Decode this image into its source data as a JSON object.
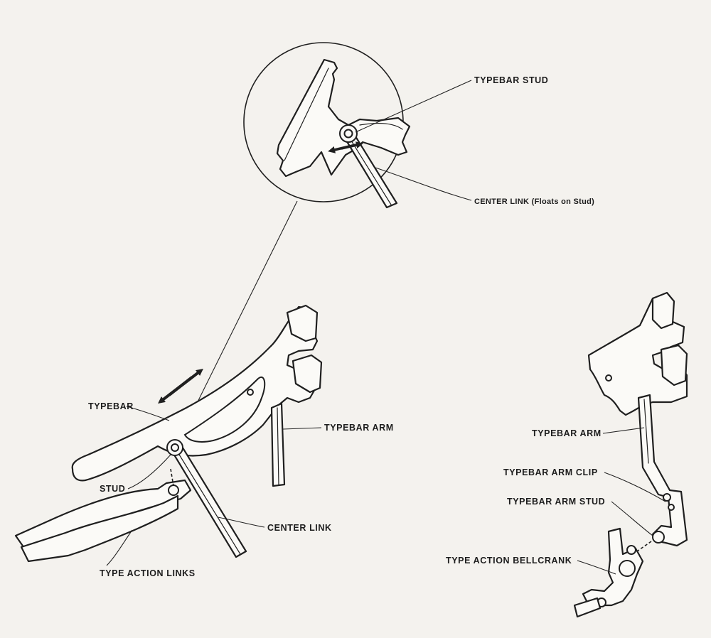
{
  "labels": {
    "typebar_stud": "TYPEBAR STUD",
    "center_link_floats": "CENTER LINK (Floats on Stud)",
    "typebar": "TYPEBAR",
    "typebar_arm_left": "TYPEBAR ARM",
    "stud": "STUD",
    "center_link": "CENTER LINK",
    "type_action_links": "TYPE ACTION LINKS",
    "typebar_arm_right": "TYPEBAR ARM",
    "typebar_arm_clip": "TYPEBAR ARM CLIP",
    "typebar_arm_stud": "TYPEBAR ARM STUD",
    "type_action_bellcrank": "TYPE ACTION BELLCRANK"
  }
}
